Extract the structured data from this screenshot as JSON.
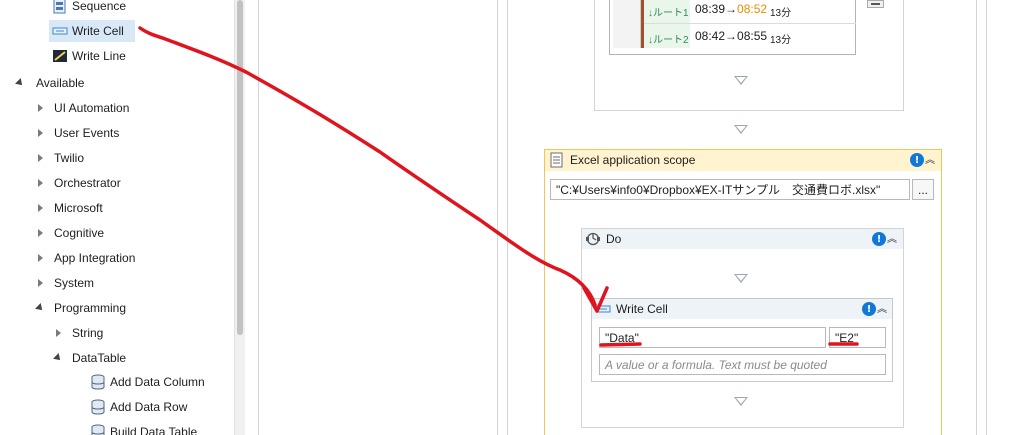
{
  "tree": {
    "items": [
      {
        "label": "Sequence",
        "icon": "sequence-icon"
      },
      {
        "label": "Write Cell",
        "icon": "write-cell-icon"
      },
      {
        "label": "Write Line",
        "icon": "write-line-icon"
      },
      {
        "label": "Available"
      },
      {
        "label": "UI Automation"
      },
      {
        "label": "User Events"
      },
      {
        "label": "Twilio"
      },
      {
        "label": "Orchestrator"
      },
      {
        "label": "Microsoft"
      },
      {
        "label": "Cognitive"
      },
      {
        "label": "App Integration"
      },
      {
        "label": "System"
      },
      {
        "label": "Programming"
      },
      {
        "label": "String"
      },
      {
        "label": "DataTable"
      },
      {
        "label": "Add Data Column",
        "icon": "datatable-icon"
      },
      {
        "label": "Add Data Row",
        "icon": "datatable-icon"
      },
      {
        "label": "Build Data Table",
        "icon": "datatable-icon"
      }
    ]
  },
  "table_preview": {
    "rows": [
      {
        "route": "↓ルート1",
        "depart": "08:39",
        "arrow": "→",
        "arrive": "08:52",
        "duration": "13分"
      },
      {
        "route": "↓ルート2",
        "depart": "08:42",
        "arrow": "→",
        "arrive": "08:55",
        "duration": "13分"
      }
    ]
  },
  "excel_scope": {
    "title": "Excel application scope",
    "path": "\"C:¥Users¥info0¥Dropbox¥EX-ITサンプル　交通費ロボ.xlsx\"",
    "browse_label": "..."
  },
  "do_block": {
    "title": "Do"
  },
  "write_cell": {
    "title": "Write Cell",
    "sheet": "\"Data\"",
    "cell": "\"E2\"",
    "value_placeholder": "A value or a formula. Text must be quoted"
  },
  "colors": {
    "accent_orange": "#f08a00",
    "annotation_red": "#e0141e",
    "excel_scope_border": "#f2c45a",
    "excel_scope_header": "#fff4cf",
    "route_green": "#2e8b57"
  }
}
